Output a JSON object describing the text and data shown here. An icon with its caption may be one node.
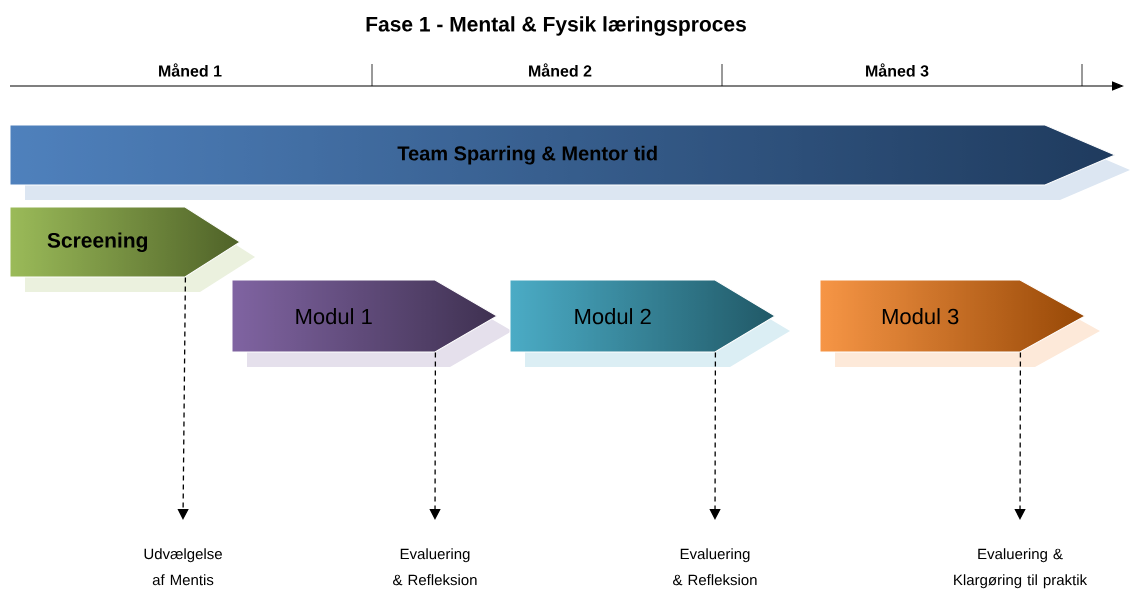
{
  "diagram": {
    "title": "Fase 1 - Mental & Fysik læringsproces",
    "nodes": [
      {
        "text": [
          "Team Sparring & Mentor tid"
        ]
      },
      {
        "text": [
          "Screening"
        ]
      },
      {
        "text": [
          "Modul 1"
        ]
      },
      {
        "text": [
          "Modul 2"
        ]
      },
      {
        "text": [
          "Modul 3"
        ]
      },
      {
        "text": [
          "Udvælgelse af Mentis"
        ]
      },
      {
        "text": [
          "Evaluering & Refleksion"
        ]
      },
      {
        "text": [
          "Evaluering & Refleksion"
        ]
      },
      {
        "text": [
          "Evaluering & Klargøring til praktik"
        ]
      }
    ],
    "edges": [
      {
        "from": 1,
        "to": 5,
        "arrow": "to",
        "style": "dashed"
      },
      {
        "from": 2,
        "to": 6,
        "arrow": "to",
        "style": "dashed"
      },
      {
        "from": 3,
        "to": 7,
        "arrow": "to",
        "style": "dashed"
      },
      {
        "from": 4,
        "to": 8,
        "arrow": "to",
        "style": "dashed"
      }
    ],
    "labels": [
      "Måned 1",
      "Måned 2",
      "Måned 3"
    ]
  }
}
